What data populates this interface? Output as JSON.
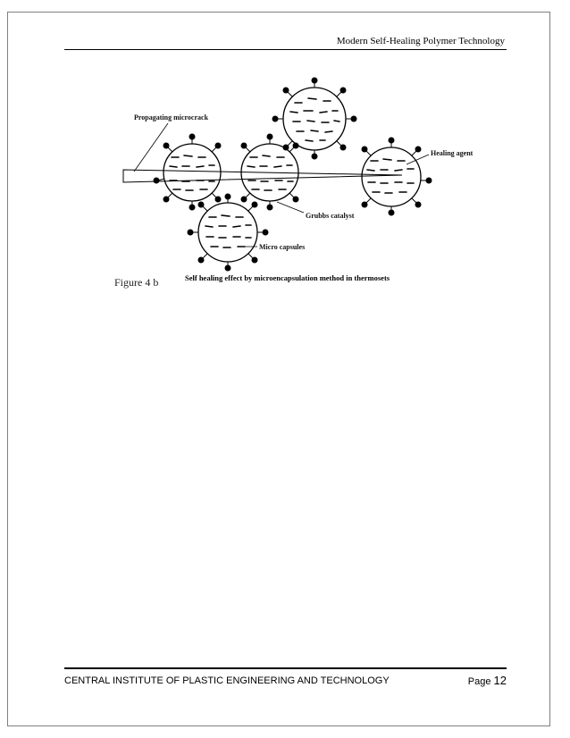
{
  "header": {
    "title": "Modern Self-Healing Polymer Technology"
  },
  "figure": {
    "labels": {
      "propagating_microcrack": "Propagating microcrack",
      "healing_agent": "Healing agent",
      "grubbs_catalyst": "Grubbs catalyst",
      "micro_capsules": "Micro capsules"
    },
    "caption_label": "Figure 4 b",
    "caption_title": "Self healing effect by microencapsulation method in thermosets"
  },
  "footer": {
    "institute": "CENTRAL INSTITUTE OF PLASTIC ENGINEERING AND TECHNOLOGY",
    "page_label": "Page",
    "page_number": "12"
  }
}
